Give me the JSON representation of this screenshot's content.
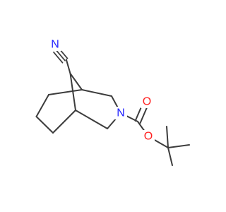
{
  "molecule": {
    "atoms": {
      "nitrile_n": {
        "label": "N",
        "color": "#1f1fff"
      },
      "ring_n": {
        "label": "N",
        "color": "#1f1fff"
      },
      "carbonyl_o": {
        "label": "O",
        "color": "#ff1f1f"
      },
      "ester_o": {
        "label": "O",
        "color": "#ff1f1f"
      }
    },
    "bond_color": "#3c3c3c"
  }
}
